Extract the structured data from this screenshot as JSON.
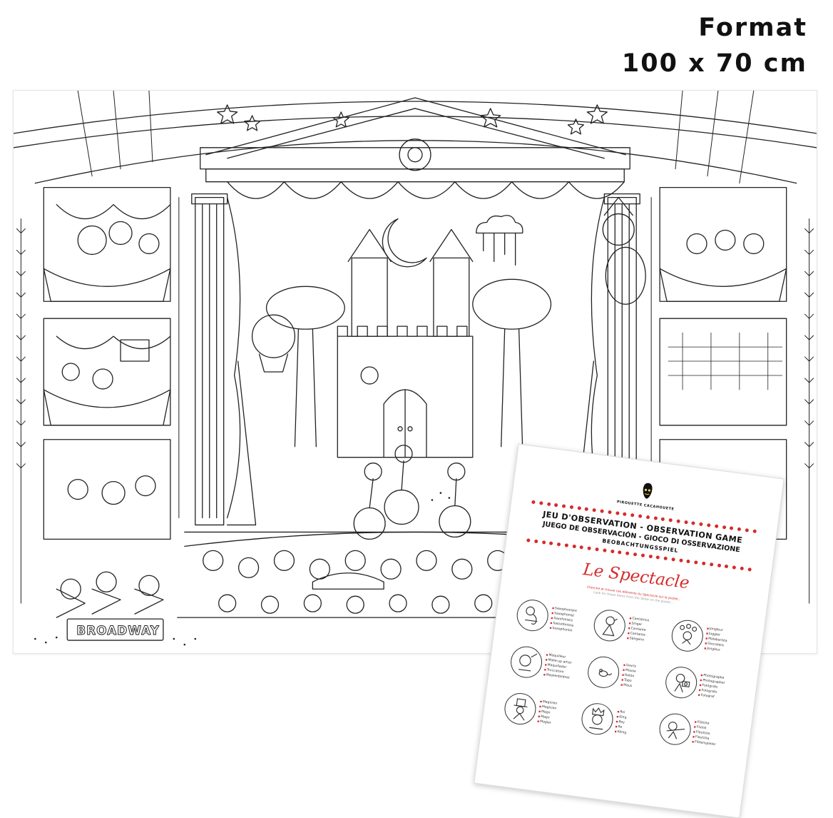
{
  "format": {
    "line1": "Format",
    "line2": "100 x 70 cm"
  },
  "poster": {
    "sign_text": "BROADWAY"
  },
  "leaflet": {
    "brand": "PIROUETTE CACAHOUETE",
    "headline_1": "JEU D'OBSERVATION - OBSERVATION GAME",
    "headline_2": "JUEGO DE OBSERVACIÓN - GIOCO DI OSSERVAZIONE",
    "headline_3": "BEOBACHTUNGSSPIEL",
    "title": "Le Spectacle",
    "instruction_1": "Cherche et trouve ces éléments du Spectacle sur le poster...",
    "instruction_2": "Look for these items from the Show on the poster...",
    "items": [
      {
        "icon": "saxophone-icon",
        "words": [
          "Saxophoniste",
          "Saxophonist",
          "Saxofonista",
          "Sassofonista",
          "Saxophonist"
        ]
      },
      {
        "icon": "singer-icon",
        "words": [
          "Cantatrice",
          "Singer",
          "Cantante",
          "Cantante",
          "Sängerin"
        ]
      },
      {
        "icon": "juggler-icon",
        "words": [
          "Jongleur",
          "Juggler",
          "Malabarista",
          "Giocoliere",
          "Jongleur"
        ]
      },
      {
        "icon": "makeup-artist-icon",
        "words": [
          "Maquilleur",
          "Make-up artist",
          "Maquillador",
          "Truccatore",
          "Maskenbildner"
        ]
      },
      {
        "icon": "mouse-icon",
        "words": [
          "Souris",
          "Mouse",
          "Ratón",
          "Topo",
          "Maus"
        ]
      },
      {
        "icon": "photographer-icon",
        "words": [
          "Photographe",
          "Photographer",
          "Fotógrafo",
          "Fotografo",
          "Fotograf"
        ]
      },
      {
        "icon": "magician-icon",
        "words": [
          "Magicien",
          "Magician",
          "Mago",
          "Mago",
          "Magier"
        ]
      },
      {
        "icon": "king-icon",
        "words": [
          "Roi",
          "King",
          "Rey",
          "Re",
          "König"
        ]
      },
      {
        "icon": "flute-icon",
        "words": [
          "Flûtiste",
          "Flutist",
          "Flautista",
          "Flautista",
          "Flötenspieler"
        ]
      }
    ]
  },
  "colors": {
    "accent_red": "#d52b2b",
    "line_art": "#222222",
    "background": "#ffffff"
  }
}
